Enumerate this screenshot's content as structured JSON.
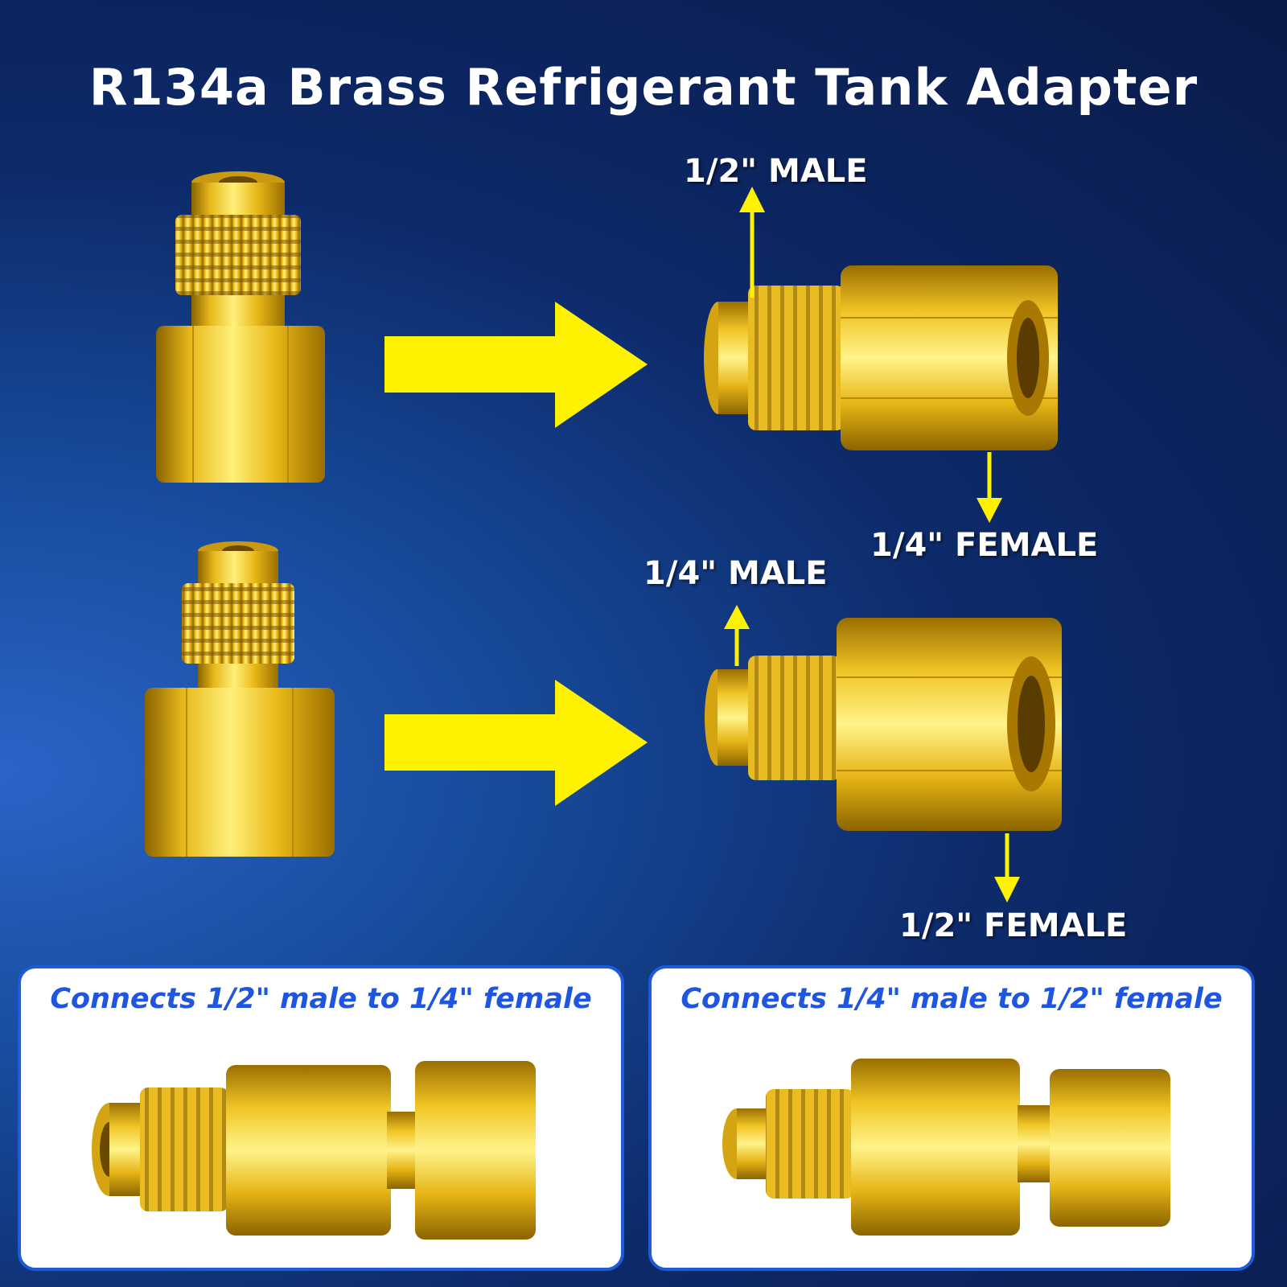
{
  "title": "R134a Brass Refrigerant Tank Adapter",
  "labels": {
    "top_male": "1/2\" MALE",
    "top_female": "1/4\" FEMALE",
    "bottom_male": "1/4\" MALE",
    "bottom_female": "1/2\" FEMALE"
  },
  "panels": {
    "left": "Connects 1/2\" male to 1/4\" female",
    "right": "Connects 1/4\" male to 1/2\" female"
  },
  "colors": {
    "arrow": "#fff200",
    "panel_border": "#1e5bd8",
    "panel_text": "#1e56e0"
  }
}
